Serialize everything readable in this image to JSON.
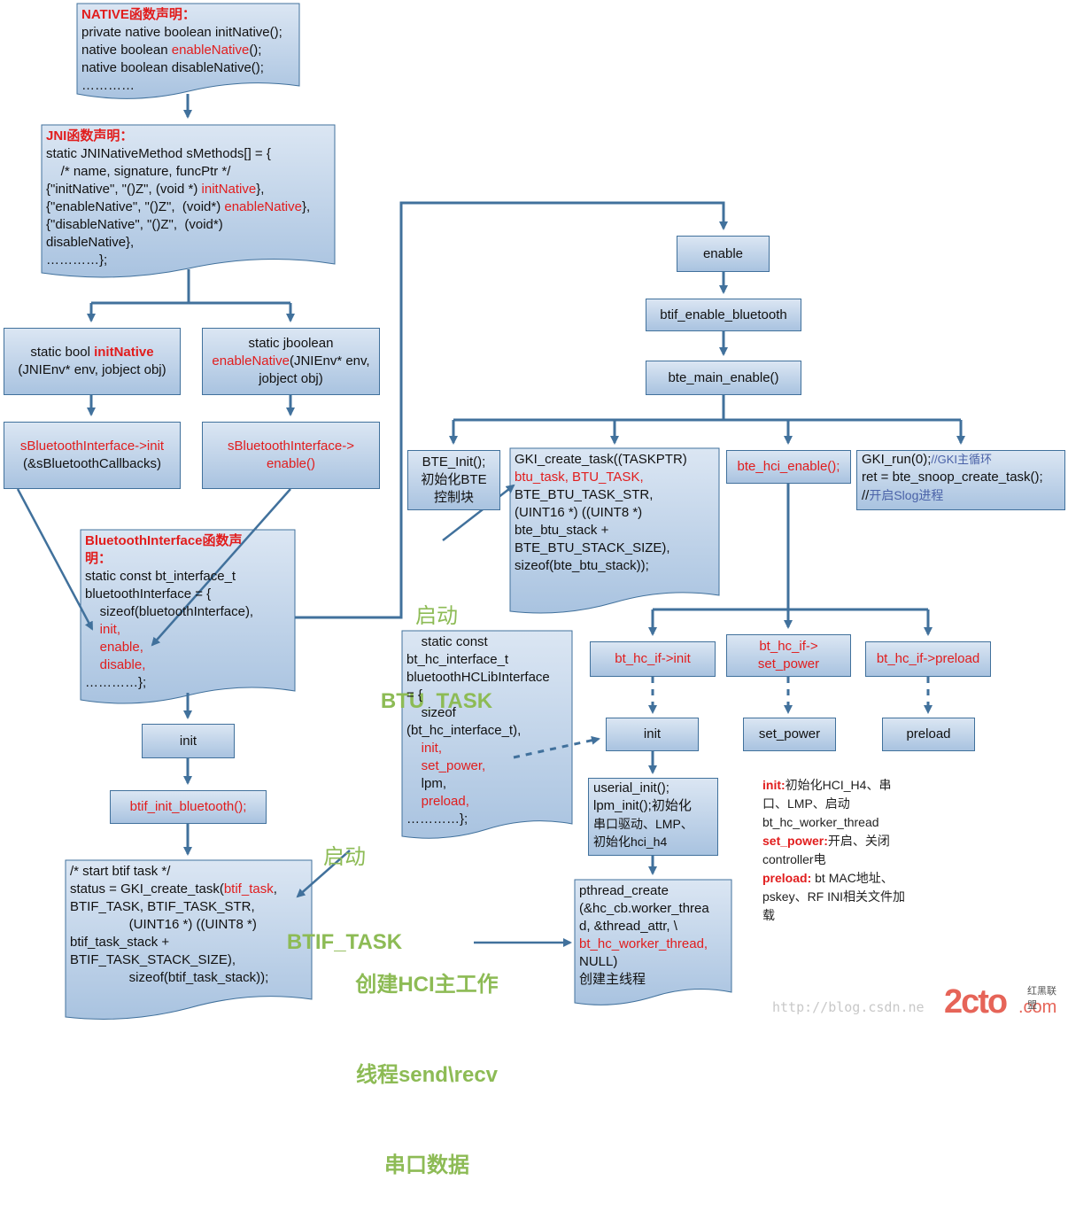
{
  "native_decl": {
    "header": "NATIVE函数声明：",
    "l1": "private native boolean initNative();",
    "l2a": "native boolean ",
    "l2b": "enableNative",
    "l2c": "();",
    "l3": "native boolean disableNative();",
    "l4": "…………"
  },
  "jni_decl": {
    "header": "JNI函数声明：",
    "l1": "static JNINativeMethod sMethods[] = {",
    "l2": "    /* name, signature, funcPtr */",
    "l3a": "{\"initNative\", \"()Z\", (void *) ",
    "l3b": "initNative",
    "l3c": "},",
    "l4a": "{\"enableNative\", \"()Z\",  (void*) ",
    "l4b": "enableNative",
    "l4c": "},",
    "l5": "{\"disableNative\", \"()Z\",  (void*)",
    "l6": "disableNative},",
    "l7": "…………};"
  },
  "init_native": {
    "a": "static bool ",
    "b": "initNative",
    "c": "(JNIEnv* env, jobject obj)"
  },
  "enable_native": {
    "a": "static jboolean",
    "b": "enableNative",
    "c": "(JNIEnv* env,",
    "d": "jobject obj)"
  },
  "sbt_init": {
    "a": "sBluetoothInterface->init",
    "b": "(&sBluetoothCallbacks)"
  },
  "sbt_enable": {
    "a": "sBluetoothInterface->",
    "b": "enable()"
  },
  "bt_iface": {
    "header1": "BluetoothInterface函数声",
    "header2": "明：",
    "l1": "static const bt_interface_t",
    "l2": "bluetoothInterface = {",
    "l3": "    sizeof(bluetoothInterface),",
    "l4": "    init,",
    "l5": "    enable,",
    "l6": "    disable,",
    "l7": "…………};"
  },
  "init_box": "init",
  "btif_init": "btif_init_bluetooth();",
  "label_btif": {
    "l1": "启动",
    "l2": "BTIF_TASK"
  },
  "btif_task": {
    "l1": "/* start btif task */",
    "l2a": "status = GKI_create_task(",
    "l2b": "btif_task",
    "l2c": ",",
    "l3": "BTIF_TASK, BTIF_TASK_STR,",
    "l4": "                (UINT16 *) ((UINT8 *)",
    "l5": "btif_task_stack +",
    "l6": "BTIF_TASK_STACK_SIZE),",
    "l7": "                sizeof(btif_task_stack));"
  },
  "enable_box": "enable",
  "btif_enable": "btif_enable_bluetooth",
  "bte_main": "bte_main_enable()",
  "bte_init": {
    "l1": "BTE_Init();",
    "l2": "初始化BTE",
    "l3": "控制块"
  },
  "gki_btu": {
    "l1": "GKI_create_task((TASKPTR)",
    "l2": "btu_task, BTU_TASK,",
    "l3": "BTE_BTU_TASK_STR,",
    "l4": "(UINT16 *) ((UINT8 *)",
    "l5": "bte_btu_stack +",
    "l6": "BTE_BTU_STACK_SIZE),",
    "l7": "sizeof(bte_btu_stack));"
  },
  "label_btu": {
    "l1": "启动",
    "l2": "BTU_TASK"
  },
  "bte_hci_enable": "bte_hci_enable();",
  "gki_run": {
    "l1a": "GKI_run(0);",
    "l1b": "//GKI主循环",
    "l2": "ret = bte_snoop_create_task();",
    "l3a": "//",
    "l3b": "开启Slog进程"
  },
  "hc_iface": {
    "l1": "    static const",
    "l2": "bt_hc_interface_t",
    "l3": "bluetoothHCLibInterface",
    "l4": "= {",
    "l5": "    sizeof",
    "l6": "(bt_hc_interface_t),",
    "l7": "    init,",
    "l8": "    set_power,",
    "l9": "    lpm,",
    "l10": "    preload,",
    "l11": "…………};"
  },
  "hc_if_init": "bt_hc_if->init",
  "hc_if_setpower": {
    "l1": "bt_hc_if->",
    "l2": "set_power"
  },
  "hc_if_preload": "bt_hc_if->preload",
  "init2": "init",
  "set_power": "set_power",
  "preload": "preload",
  "userial": {
    "l1": "userial_init();",
    "l2": "lpm_init();初始化",
    "l3": "串口驱动、LMP、",
    "l4": "初始化hci_h4"
  },
  "pthread": {
    "l1": "pthread_create",
    "l2": "(&hc_cb.worker_threa",
    "l3": "d, &thread_attr, \\",
    "l4": "bt_hc_worker_thread,",
    "l5": "NULL)",
    "l6": "创建主线程"
  },
  "label_hci": {
    "l1": "创建HCI主工作",
    "l2": "线程send\\recv",
    "l3": "串口数据"
  },
  "notes": {
    "n1a": "init:",
    "n1b": "初始化HCI_H4、串",
    "n2": "口、LMP、启动",
    "n3": "bt_hc_worker_thread",
    "n4a": "set_power:",
    "n4b": "开启、关闭",
    "n5": "controller电",
    "n6a": "preload:",
    "n6b": " bt MAC地址、",
    "n7": "pskey、RF INI相关文件加",
    "n8": "载"
  },
  "watermark": "http://blog.csdn.ne",
  "logo": {
    "main": "2cto",
    "dot": ".com",
    "tag": "红黑联盟"
  },
  "colors": {
    "box_border": "#41719c",
    "box_fill_top": "#dbe6f3",
    "box_fill_bottom": "#a9c3e0",
    "connector": "#41719c",
    "highlight": "#e11d1d",
    "label_green": "#8dbb55"
  }
}
